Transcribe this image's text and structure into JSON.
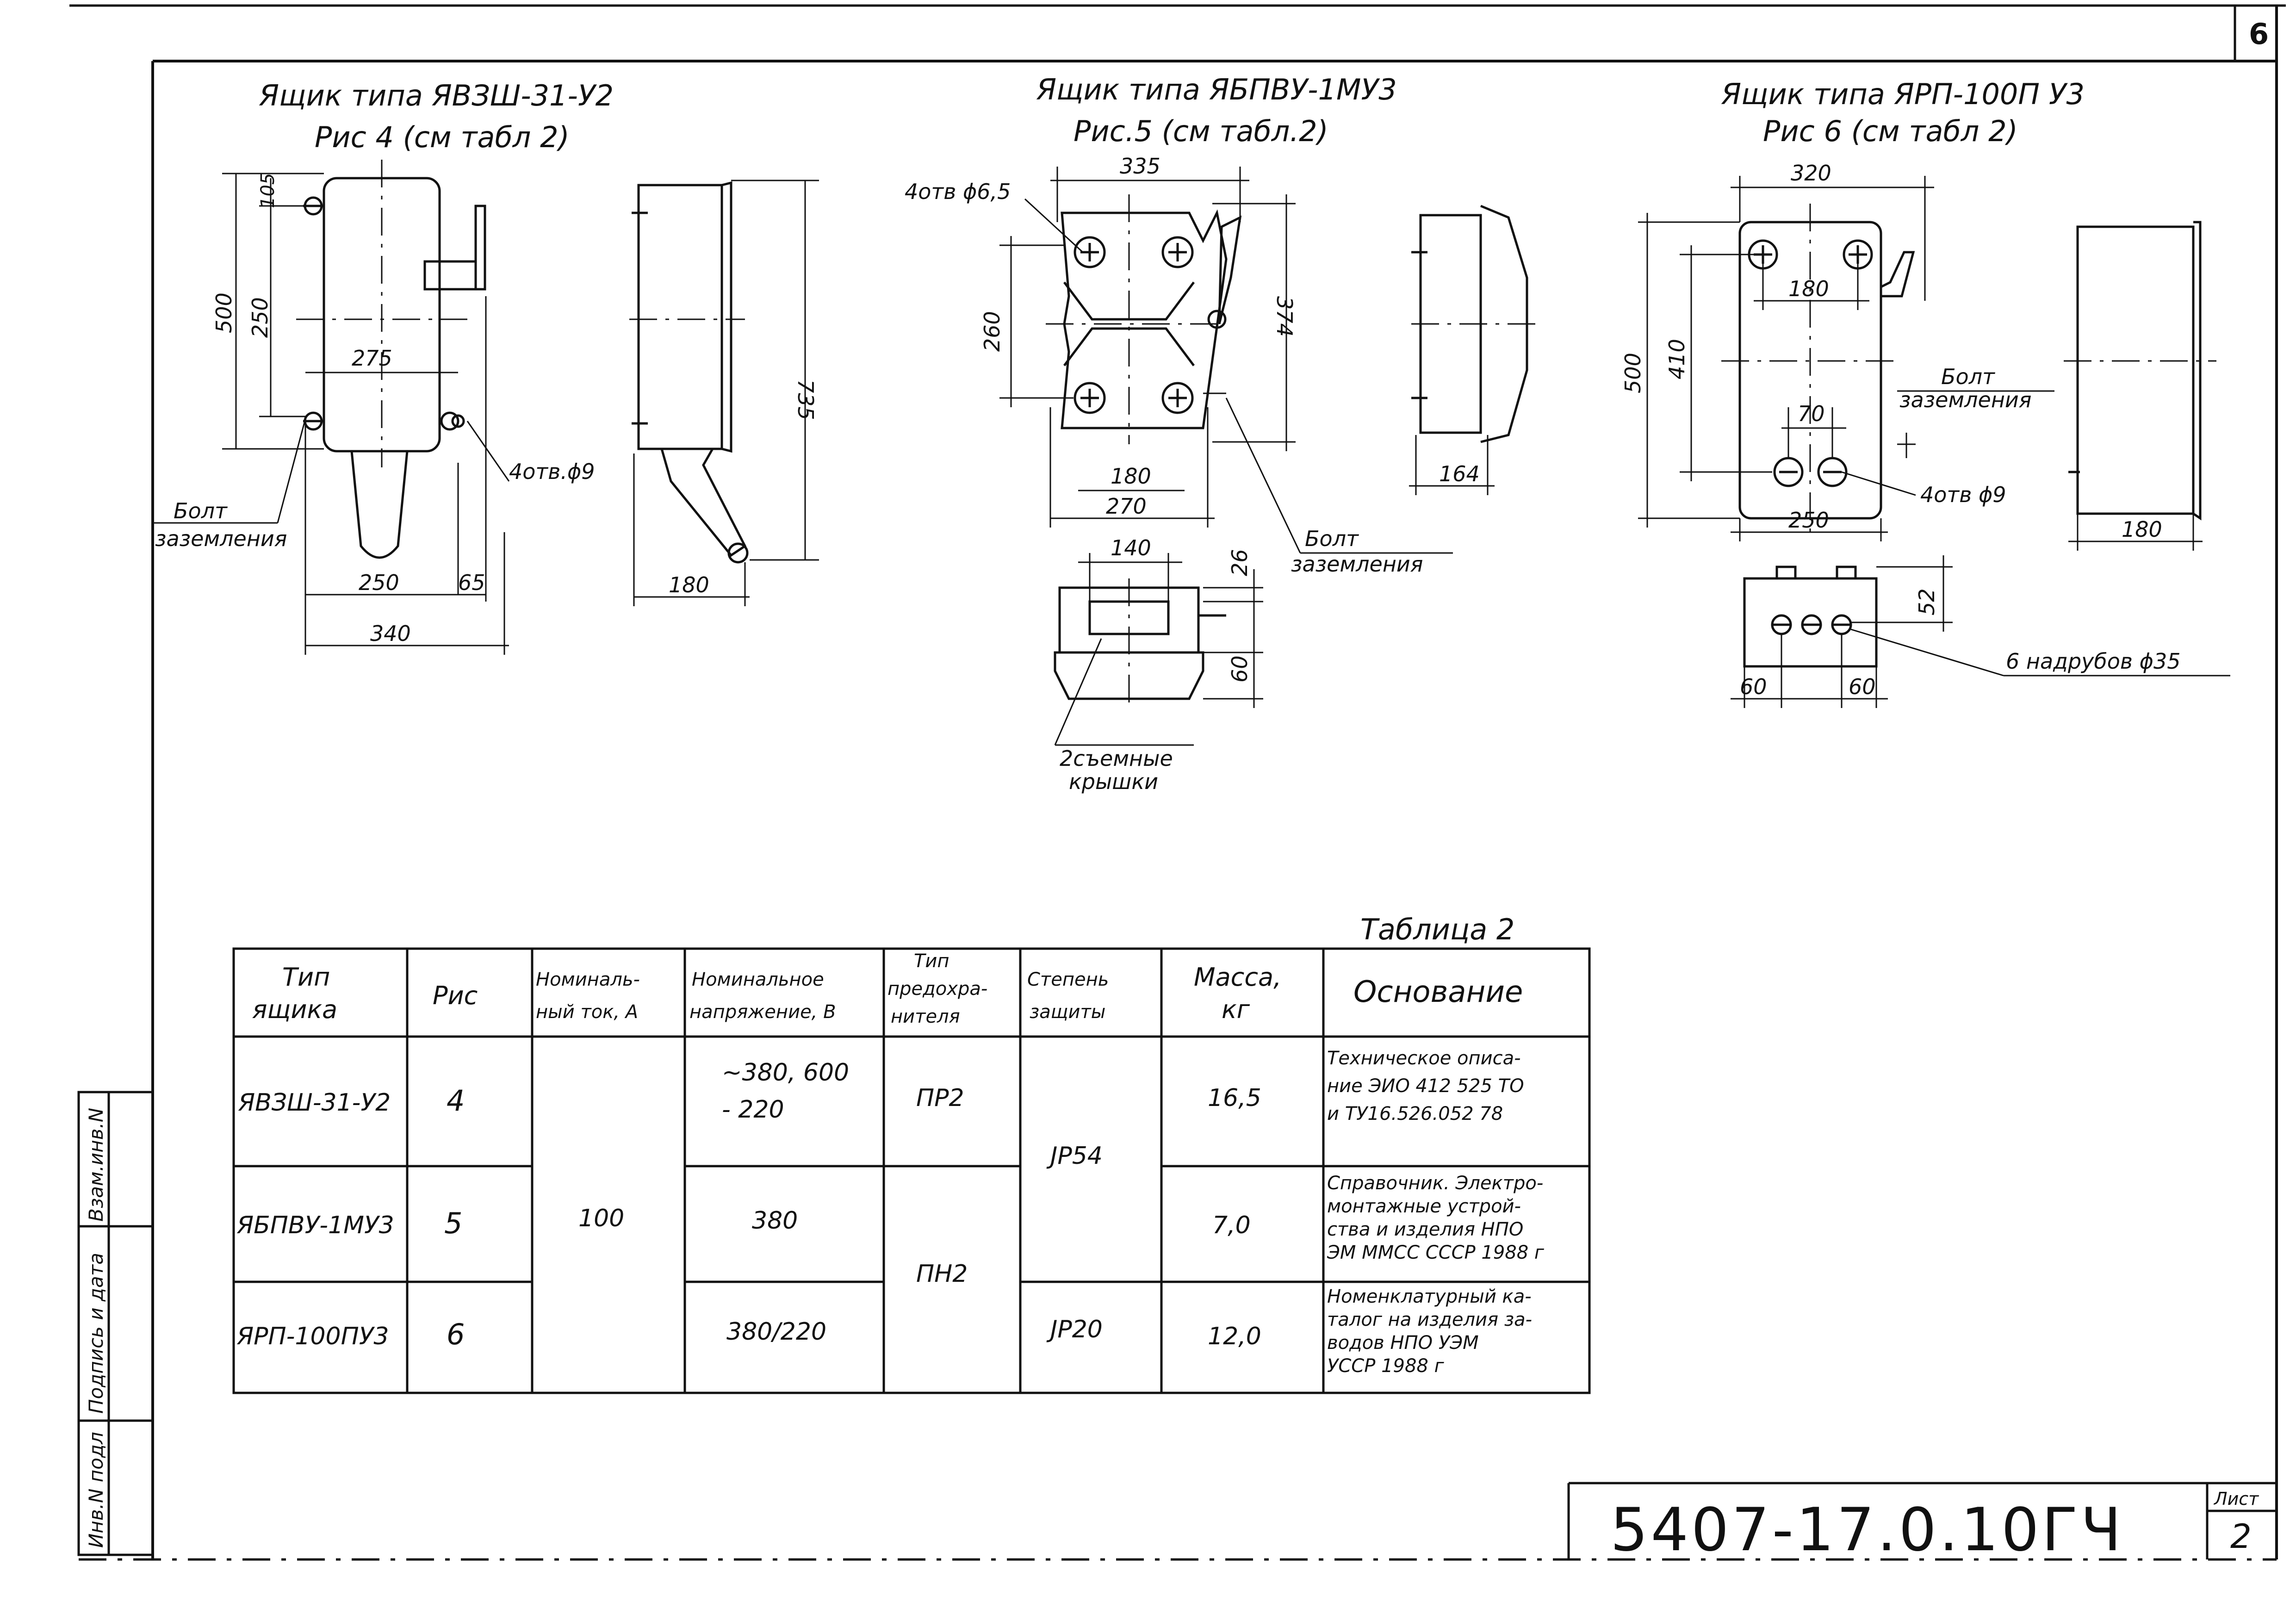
{
  "sheet": {
    "corner_number": "6",
    "code": "5407-17.0.10ГЧ",
    "list_label": "Лист",
    "list_number": "2",
    "side_stamp": [
      "Инв.N подл",
      "Подпись и дата",
      "Взам.инв.N"
    ]
  },
  "fig4": {
    "title": "Ящик типа ЯВЗШ-31-У2",
    "subtitle": "Рис 4 (см табл 2)",
    "dims": {
      "d105": "105",
      "d250v": "250",
      "d500": "500",
      "d275": "275",
      "d250h": "250",
      "d65": "65",
      "d340": "340",
      "d735": "735",
      "d180": "180"
    },
    "holes": "4отв.ϕ9",
    "bolt": [
      "Болт",
      "заземления"
    ]
  },
  "fig5": {
    "title": "Ящик типа ЯБПВУ-1МУ3",
    "subtitle": "Рис.5 (см табл.2)",
    "dims": {
      "d335": "335",
      "d260": "260",
      "d374": "374",
      "d180": "180",
      "d270": "270",
      "d164": "164",
      "d140": "140",
      "d26": "26",
      "d60": "60"
    },
    "holes": "4отв ϕ6,5",
    "bolt": [
      "Болт",
      "заземления"
    ],
    "covers": [
      "2съемные",
      "крышки"
    ]
  },
  "fig6": {
    "title": "Ящик типа ЯРП-100П У3",
    "subtitle": "Рис 6 (см табл 2)",
    "dims": {
      "d320": "320",
      "d180": "180",
      "d500": "500",
      "d410": "410",
      "d70": "70",
      "d250": "250",
      "d180b": "180",
      "d52": "52",
      "d60a": "60",
      "d60b": "60"
    },
    "holes": "4отв ϕ9",
    "bolt": [
      "Болт",
      "заземления"
    ],
    "nozzles": "6 надрубов ϕ35"
  },
  "table": {
    "caption": "Таблица 2",
    "headers": [
      [
        "Тип",
        "ящика"
      ],
      [
        "Рис"
      ],
      [
        "Номиналь-",
        "ный ток, А"
      ],
      [
        "Номинальное",
        "напряжение, В"
      ],
      [
        "Тип",
        "предохра-",
        "нителя"
      ],
      [
        "Степень",
        "защиты"
      ],
      [
        "Масса,",
        "кг"
      ],
      [
        "Основание"
      ]
    ],
    "rows": [
      {
        "type": "ЯВЗШ-31-У2",
        "fig": "4",
        "volt": [
          "∼380, 600",
          "- 220"
        ],
        "fuse": "ПР2",
        "mass": "16,5",
        "basis": [
          "Техническое описа-",
          "ние ЭИО 412 525 ТО",
          "и ТУ16.526.052 78"
        ]
      },
      {
        "type": "ЯБПВУ-1МУ3",
        "fig": "5",
        "volt": [
          "380"
        ],
        "mass": "7,0",
        "basis": [
          "Справочник. Электро-",
          "монтажные устрой-",
          "ства и изделия НПО",
          "ЭМ ММСС СССР 1988 г"
        ]
      },
      {
        "type": "ЯРП-100ПУ3",
        "fig": "6",
        "volt": [
          "380/220"
        ],
        "protection": "JP20",
        "mass": "12,0",
        "basis": [
          "Номенклатурный ка-",
          "талог на изделия за-",
          "водов НПО УЭМ",
          "УССР 1988 г"
        ]
      }
    ],
    "current_merged": "100",
    "fuse_merged_lower": "ПН2",
    "protection_merged_upper": "JP54"
  }
}
